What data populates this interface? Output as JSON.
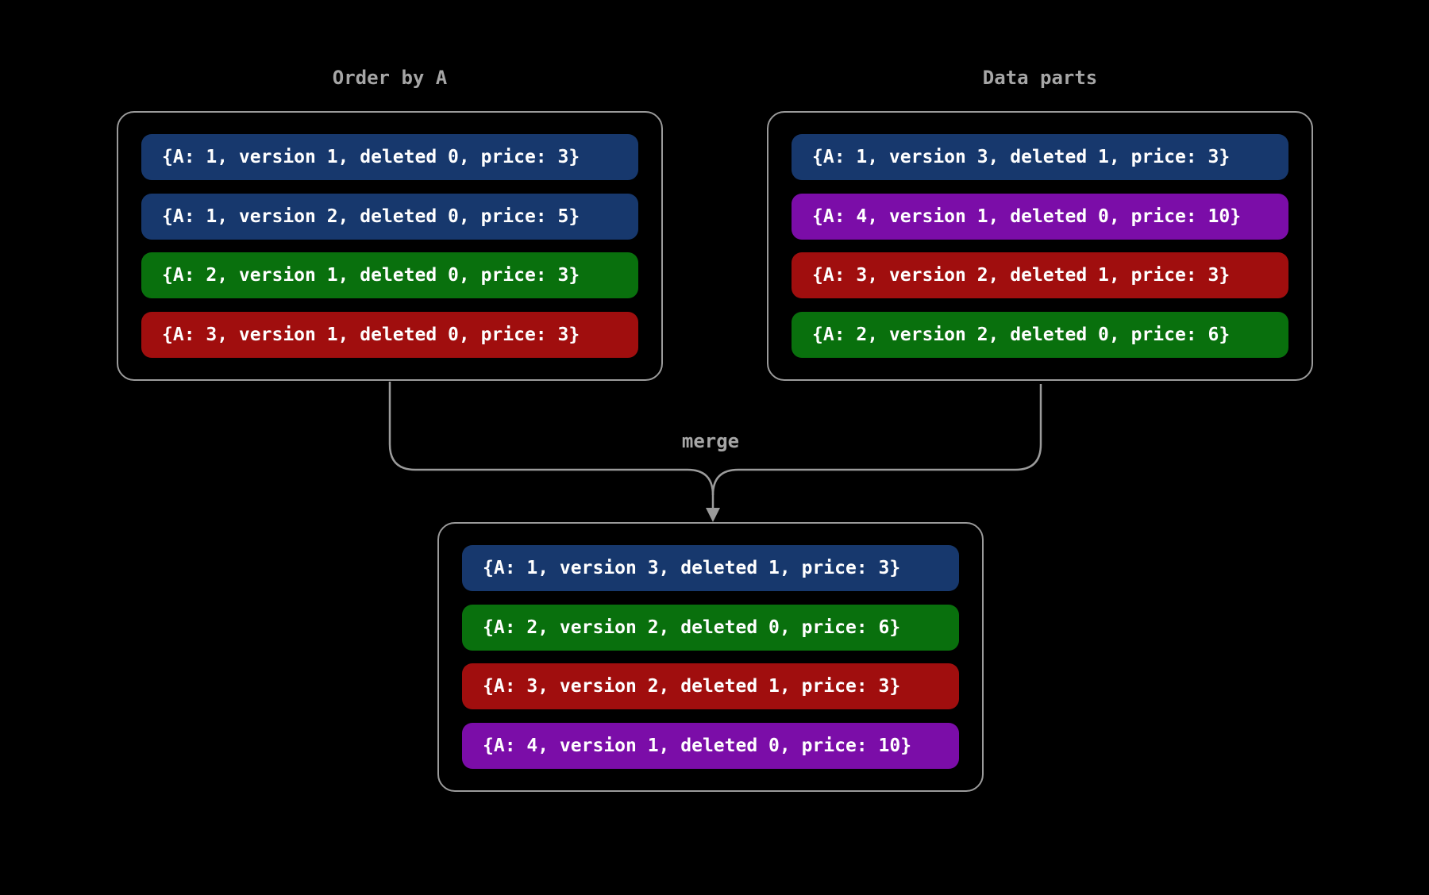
{
  "diagram": {
    "left_box": {
      "title": "Order by A",
      "rows": [
        {
          "text": "{A: 1, version 1, deleted 0, price: 3}",
          "color": "#17386D"
        },
        {
          "text": "{A: 1, version 2, deleted 0, price: 5}",
          "color": "#17386D"
        },
        {
          "text": "{A: 2, version 1, deleted 0, price: 3}",
          "color": "#09700D"
        },
        {
          "text": "{A: 3, version 1, deleted 0, price: 3}",
          "color": "#A00E0E"
        }
      ]
    },
    "right_box": {
      "title": "Data parts",
      "rows": [
        {
          "text": "{A: 1, version 3, deleted 1, price: 3}",
          "color": "#17386D"
        },
        {
          "text": "{A: 4, version 1, deleted 0, price: 10}",
          "color": "#7B0DA8"
        },
        {
          "text": "{A: 3, version 2, deleted 1, price: 3}",
          "color": "#A00E0E"
        },
        {
          "text": "{A: 2, version 2, deleted 0, price: 6}",
          "color": "#09700D"
        }
      ]
    },
    "merged_box": {
      "rows": [
        {
          "text": "{A: 1, version 3, deleted 1, price: 3}",
          "color": "#17386D"
        },
        {
          "text": "{A: 2, version 2, deleted 0, price: 6}",
          "color": "#09700D"
        },
        {
          "text": "{A: 3, version 2, deleted 1, price: 3}",
          "color": "#A00E0E"
        },
        {
          "text": "{A: 4, version 1, deleted 0, price: 10}",
          "color": "#7B0DA8"
        }
      ]
    },
    "arrow_label": "merge"
  },
  "colors": {
    "background": "#000000",
    "box_border": "#9B9B9B",
    "connector_line": "#9B9B9B",
    "arrowhead": "#9B9B9B",
    "label_text": "#A6A6A6",
    "row_text": "#FFFFFF",
    "blue": "#17386D",
    "green": "#09700D",
    "red": "#A00E0E",
    "purple": "#7B0DA8"
  }
}
